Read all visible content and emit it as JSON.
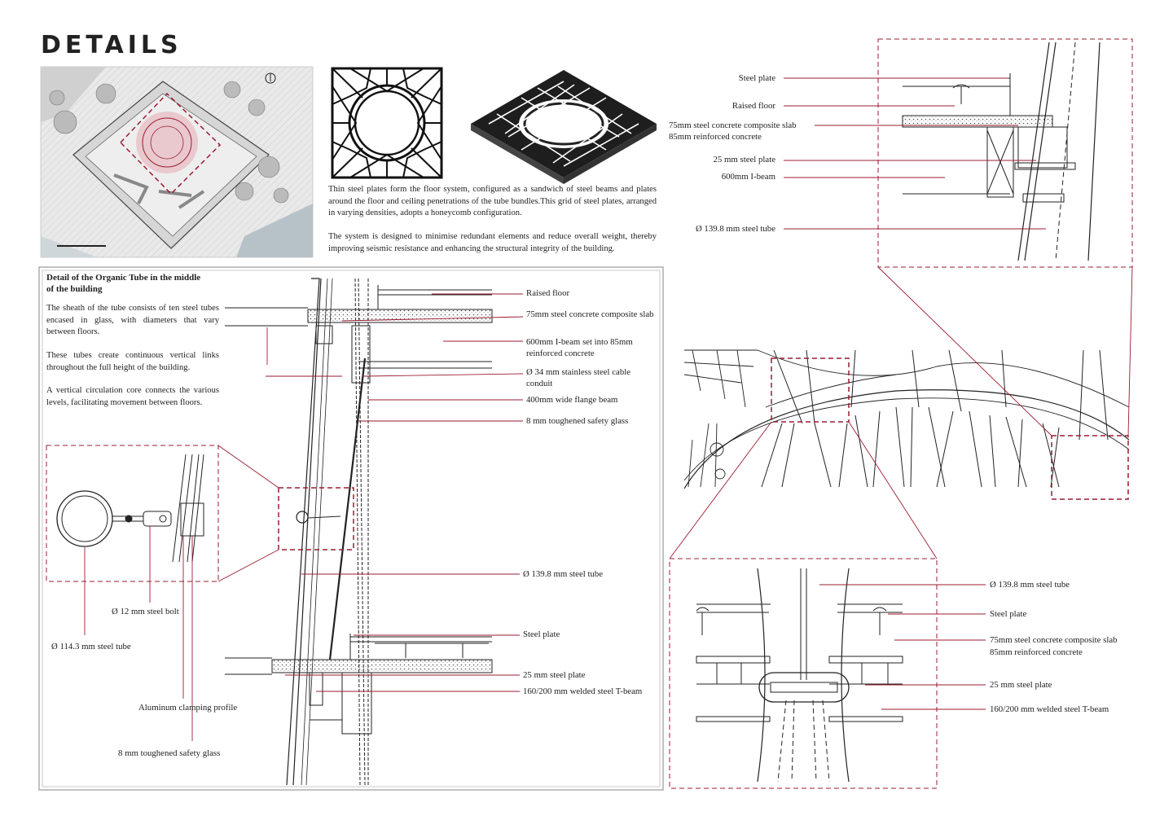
{
  "page_title": "DETAILS",
  "intro": {
    "p1": "Thin steel plates form the floor system, configured as a sandwich of steel beams and plates around the floor and ceiling penetrations of the tube bundles.This grid of steel plates, arranged in varying densities, adopts a honeycomb configuration.",
    "p2": "The system is designed to minimise redundant elements and reduce overall weight, thereby improving seismic resistance and enhancing the structural integrity of the building."
  },
  "tube_detail": {
    "heading": "Detail of the Organic Tube in the middle of the building",
    "p1": "The sheath of the tube consists of ten steel tubes encased in glass, with diameters that vary between floors.",
    "p2": "These tubes create continuous vertical links throughout the full height of the building.",
    "p3": "A vertical circulation core connects the various levels, facilitating movement between floors."
  },
  "section_labels": {
    "raised_floor": "Raised floor",
    "slab": "75mm steel concrete composite slab",
    "ibeam": "600mm I-beam set into 85mm reinforced concrete",
    "conduit": "Ø 34 mm stainless steel cable conduit",
    "flange": "400mm wide flange beam",
    "glass": "8 mm toughened safety glass",
    "tube": "Ø 139.8 mm steel tube",
    "steel_plate": "Steel plate",
    "plate25": "25 mm steel plate",
    "tbeam": "160/200 mm welded steel T-beam"
  },
  "inset_labels": {
    "bolt": "Ø 12 mm steel bolt",
    "tube114": "Ø 114.3 mm steel tube",
    "clamp": "Aluminum clamping profile",
    "glass": "8 mm toughened safety glass"
  },
  "top_right_labels": {
    "steel_plate": "Steel plate",
    "raised_floor": "Raised floor",
    "slab": "75mm steel concrete composite slab",
    "rc": "85mm reinforced concrete",
    "plate25": "25 mm steel plate",
    "ibeam": "600mm I-beam",
    "tube": "Ø 139.8 mm steel tube"
  },
  "bottom_right_labels": {
    "tube": "Ø 139.8 mm steel tube",
    "steel_plate": "Steel plate",
    "slab": "75mm steel concrete composite slab",
    "rc": "85mm reinforced concrete",
    "plate25": "25 mm steel plate",
    "tbeam": "160/200 mm welded steel T-beam"
  },
  "colors": {
    "accent": "#9b1b30",
    "ink": "#222222"
  }
}
